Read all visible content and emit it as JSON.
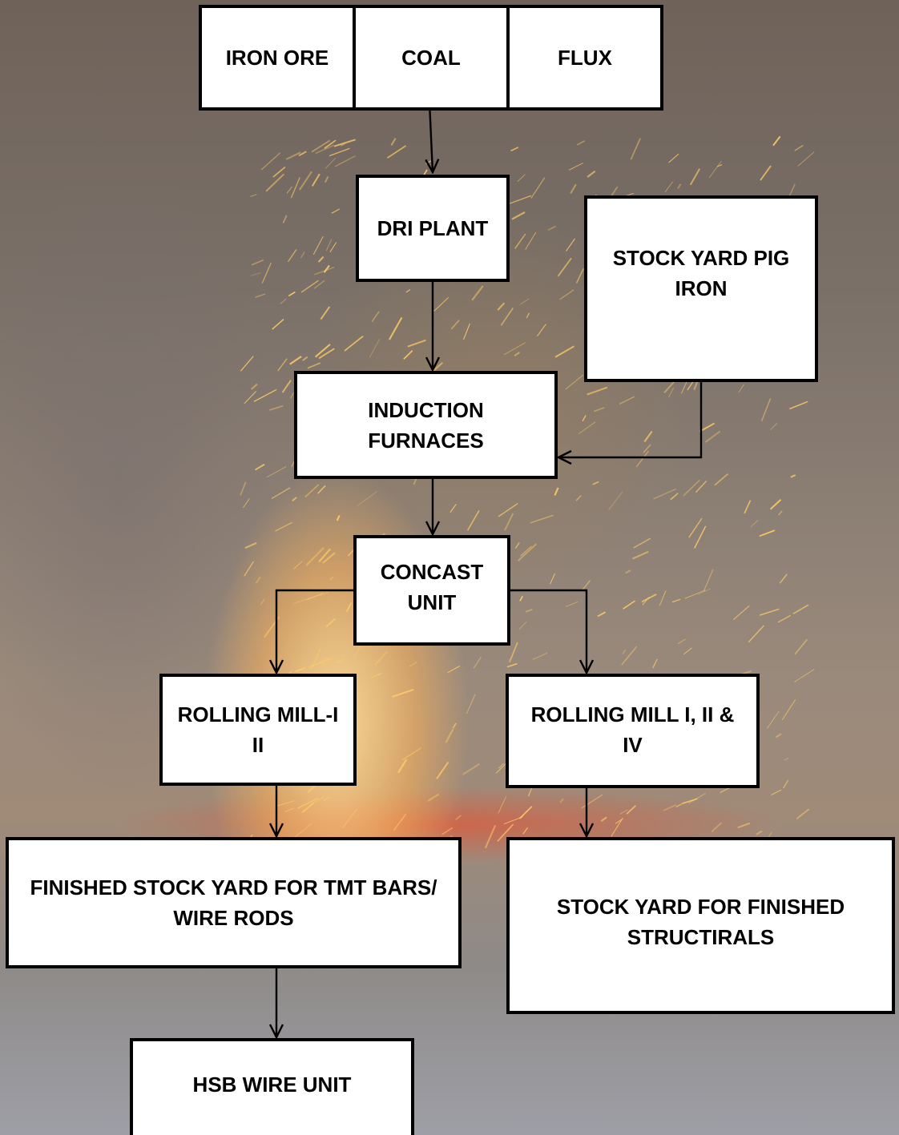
{
  "colors": {
    "box_fill": "#ffffff",
    "box_border": "#000000",
    "connector": "#000000",
    "text": "#000000",
    "spark": "#ffcc66"
  },
  "background": {
    "subject": "molten steel sparks in a mill"
  },
  "nodes": {
    "iron_ore": "IRON ORE",
    "coal": "COAL",
    "flux": "FLUX",
    "dri_plant": "DRI PLANT",
    "stock_yard_pig_iron": "STOCK YARD PIG IRON",
    "induction_furnaces": "INDUCTION FURNACES",
    "concast_unit": "CONCAST UNIT",
    "rolling_mill_iii": "ROLLING MILL-III",
    "rolling_mill_i_ii_iv": "ROLLING MILL I, II & IV",
    "finished_stock_yard_tmt": "FINISHED STOCK YARD FOR TMT BARS/ WIRE RODS",
    "stock_yard_structurals": "STOCK YARD FOR FINISHED STRUCTIRALS",
    "hsb_wire_unit": "HSB WIRE UNIT"
  },
  "edges": [
    {
      "from": "coal",
      "to": "dri_plant"
    },
    {
      "from": "dri_plant",
      "to": "induction_furnaces"
    },
    {
      "from": "stock_yard_pig_iron",
      "to": "induction_furnaces"
    },
    {
      "from": "induction_furnaces",
      "to": "concast_unit"
    },
    {
      "from": "concast_unit",
      "to": "rolling_mill_iii"
    },
    {
      "from": "concast_unit",
      "to": "rolling_mill_i_ii_iv"
    },
    {
      "from": "rolling_mill_iii",
      "to": "finished_stock_yard_tmt"
    },
    {
      "from": "rolling_mill_i_ii_iv",
      "to": "stock_yard_structurals"
    },
    {
      "from": "finished_stock_yard_tmt",
      "to": "hsb_wire_unit"
    }
  ]
}
